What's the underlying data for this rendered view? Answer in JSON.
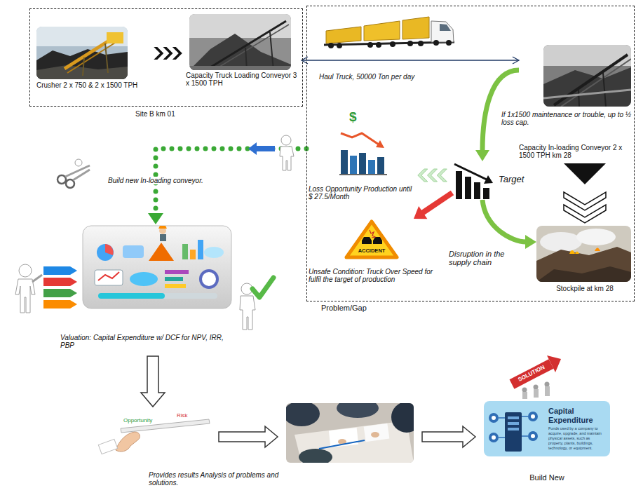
{
  "diagram": {
    "nodes": [
      {
        "text": [
          "Site B km 01"
        ]
      },
      {
        "text": [
          "Crusher 2 x 750 & 2 x 1500 TPH"
        ],
        "in": 0
      },
      {
        "text": [
          "Capacity Truck Loading Conveyor 3 x 1500 TPH"
        ],
        "in": 0
      },
      {
        "text": [
          "Problem/Gap"
        ]
      },
      {
        "text": [
          "Haul Truck, 50000 Ton per day"
        ],
        "in": 3
      },
      {
        "text": [
          "Capacity In-loading Conveyor 2 x 1500 TPH km 28"
        ],
        "in": 3
      },
      {
        "text": [
          "$",
          "Loss Opportunity Production until $ 27.5/Month"
        ],
        "in": 3
      },
      {
        "text": [
          "Target"
        ],
        "in": 3
      },
      {
        "text": [
          "ACCIDENT",
          "Unsafe Condition: Truck Over Speed for fulfil the target of production"
        ],
        "in": 3
      },
      {
        "text": [
          "Stockpile at km 28"
        ],
        "in": 3
      },
      {
        "text": [
          "Valuation: Capital Expenditure w/ DCF for NPV, IRR, PBP"
        ]
      },
      {
        "text": [
          "Opportunity",
          "Risk"
        ]
      },
      {
        "text": [
          "Provides results Analysis of problems and solutions."
        ]
      },
      {
        "text": [
          "Capital Expenditure",
          "Funds used by a company to acquire, upgrade, and maintain physical assets, such as property, plants, buildings, technology, or equipment.",
          "Build New"
        ]
      }
    ],
    "edges": [
      {
        "from": 1,
        "to": 2,
        "arrow": "to"
      },
      {
        "from": 2,
        "to": 5,
        "arrow": "both"
      },
      {
        "from": 5,
        "to": 7,
        "label": "If 1x1500 maintenance or trouble, up to ½ loss cap.",
        "arrow": "to"
      },
      {
        "from": 7,
        "to": 6,
        "arrow": "to"
      },
      {
        "from": 7,
        "to": 8,
        "arrow": "to"
      },
      {
        "from": 7,
        "to": 9,
        "label": "Disruption in the supply chain",
        "arrow": "to"
      },
      {
        "from": 5,
        "to": 9,
        "arrow": "to"
      },
      {
        "from": 3,
        "to": 10,
        "label": "Build new In-loading conveyor.",
        "arrow": "to"
      },
      {
        "from": 10,
        "to": 11,
        "arrow": "to"
      },
      {
        "from": 11,
        "to": 12,
        "arrow": "to"
      },
      {
        "from": 12,
        "to": 13,
        "arrow": "to"
      }
    ],
    "labels": [
      "SOLUTION"
    ]
  }
}
